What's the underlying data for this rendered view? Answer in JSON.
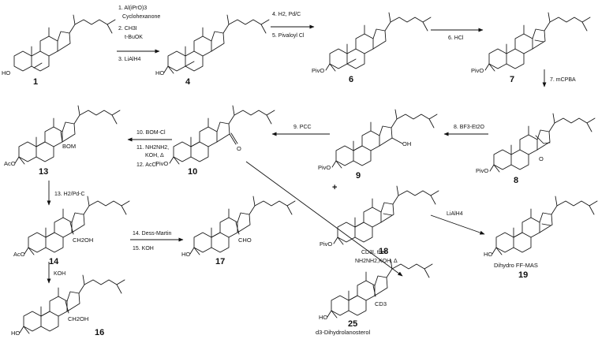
{
  "reagents": {
    "r1": [
      "1. Al(iPrO)3",
      "Cyclohexanone",
      "2. CH3I",
      "t-BuOK",
      "3. LiAlH4"
    ],
    "r2": [
      "4. H2, Pd/C",
      "5. Pivaloyl Cl"
    ],
    "r3": [
      "6. HCl"
    ],
    "r4": [
      "7. mCPBA"
    ],
    "r5": [
      "8. BF3-Et2O"
    ],
    "r6": [
      "9. PCC"
    ],
    "r7": [
      "10. BOM-Cl",
      "11. NH2NH2,",
      "KOH, Δ",
      "12. AcCl"
    ],
    "r8": [
      "13. H2/Pd-C"
    ],
    "r9": [
      "14. Dess-Martin",
      "15. KOH"
    ],
    "r10": [
      "KOH"
    ],
    "r11": [
      "LiAlH4"
    ],
    "r12": [
      "CD3I, then",
      "NH2NH2,KOH, Δ"
    ]
  },
  "compounds": [
    {
      "id": "1",
      "substituent": "HO"
    },
    {
      "id": "4",
      "substituent": "HO"
    },
    {
      "id": "6",
      "substituent": "PivO"
    },
    {
      "id": "7",
      "substituent": "PivO"
    },
    {
      "id": "8",
      "substituent": "PivO",
      "extra": "O"
    },
    {
      "id": "9",
      "substituent": "PivO",
      "extra": "OH"
    },
    {
      "id": "10",
      "substituent": "PivO",
      "extra": "O"
    },
    {
      "id": "13",
      "substituent": "AcO",
      "extra": "BOM"
    },
    {
      "id": "14",
      "substituent": "AcO",
      "extra": "CH2OH"
    },
    {
      "id": "16",
      "substituent": "HO",
      "extra": "CH2OH"
    },
    {
      "id": "17",
      "substituent": "HO",
      "extra": "CHO"
    },
    {
      "id": "18",
      "substituent": "PivO"
    },
    {
      "id": "19",
      "substituent": "HO"
    },
    {
      "id": "25",
      "substituent": "HO",
      "extra": "CD3"
    }
  ],
  "plus": "+",
  "captions": {
    "c19": "Dihydro FF-MAS",
    "c25": "d3-Dihydrolanosterol"
  }
}
